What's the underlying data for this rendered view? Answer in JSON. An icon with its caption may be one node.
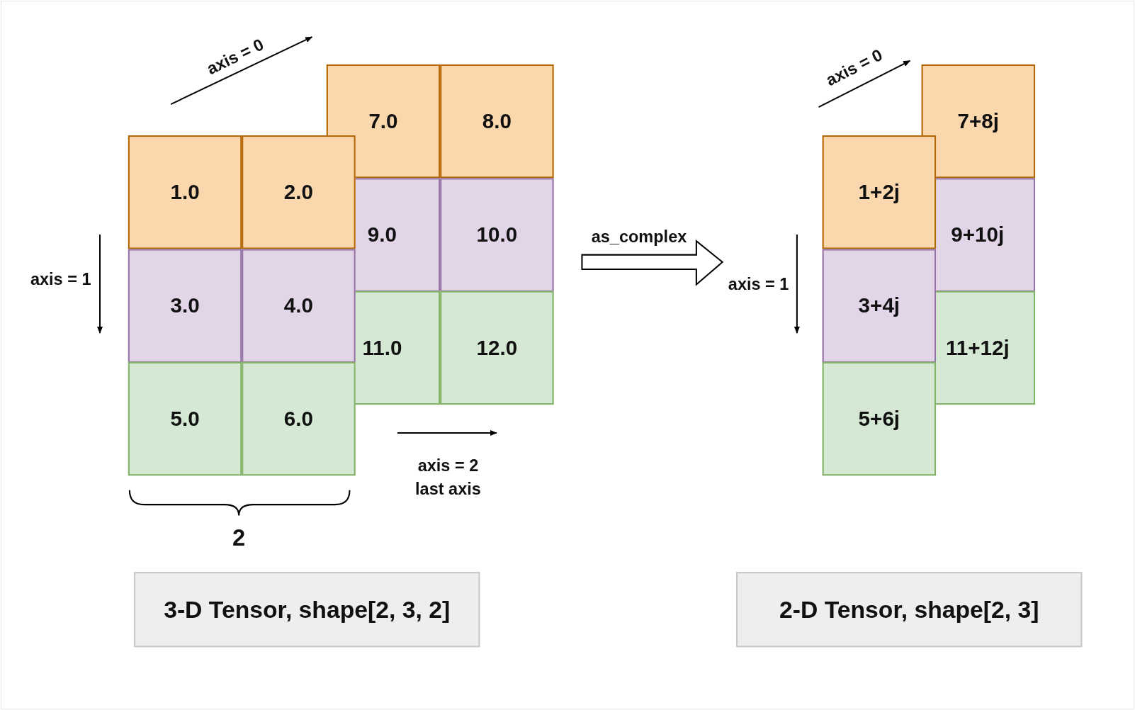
{
  "diagram": {
    "nodes": [
      {
        "text": [
          "7.0"
        ]
      },
      {
        "text": [
          "8.0"
        ]
      },
      {
        "text": [
          "9.0"
        ]
      },
      {
        "text": [
          "10.0"
        ]
      },
      {
        "text": [
          "11.0"
        ]
      },
      {
        "text": [
          "12.0"
        ]
      },
      {
        "text": [
          "1.0"
        ]
      },
      {
        "text": [
          "2.0"
        ]
      },
      {
        "text": [
          "3.0"
        ]
      },
      {
        "text": [
          "4.0"
        ]
      },
      {
        "text": [
          "5.0"
        ]
      },
      {
        "text": [
          "6.0"
        ]
      },
      {
        "text": [
          "7+8j"
        ]
      },
      {
        "text": [
          "9+10j"
        ]
      },
      {
        "text": [
          "11+12j"
        ]
      },
      {
        "text": [
          "1+2j"
        ]
      },
      {
        "text": [
          "3+4j"
        ]
      },
      {
        "text": [
          "5+6j"
        ]
      },
      {
        "text": [
          "3-D Tensor, shape[2, 3, 2]"
        ]
      },
      {
        "text": [
          "2-D Tensor, shape[2, 3]"
        ]
      }
    ],
    "edges": [],
    "labels": [
      "axis = 0",
      "axis = 0",
      "as_complex",
      "axis = 1",
      "axis = 1",
      "axis = 2 last axis",
      "2"
    ]
  }
}
